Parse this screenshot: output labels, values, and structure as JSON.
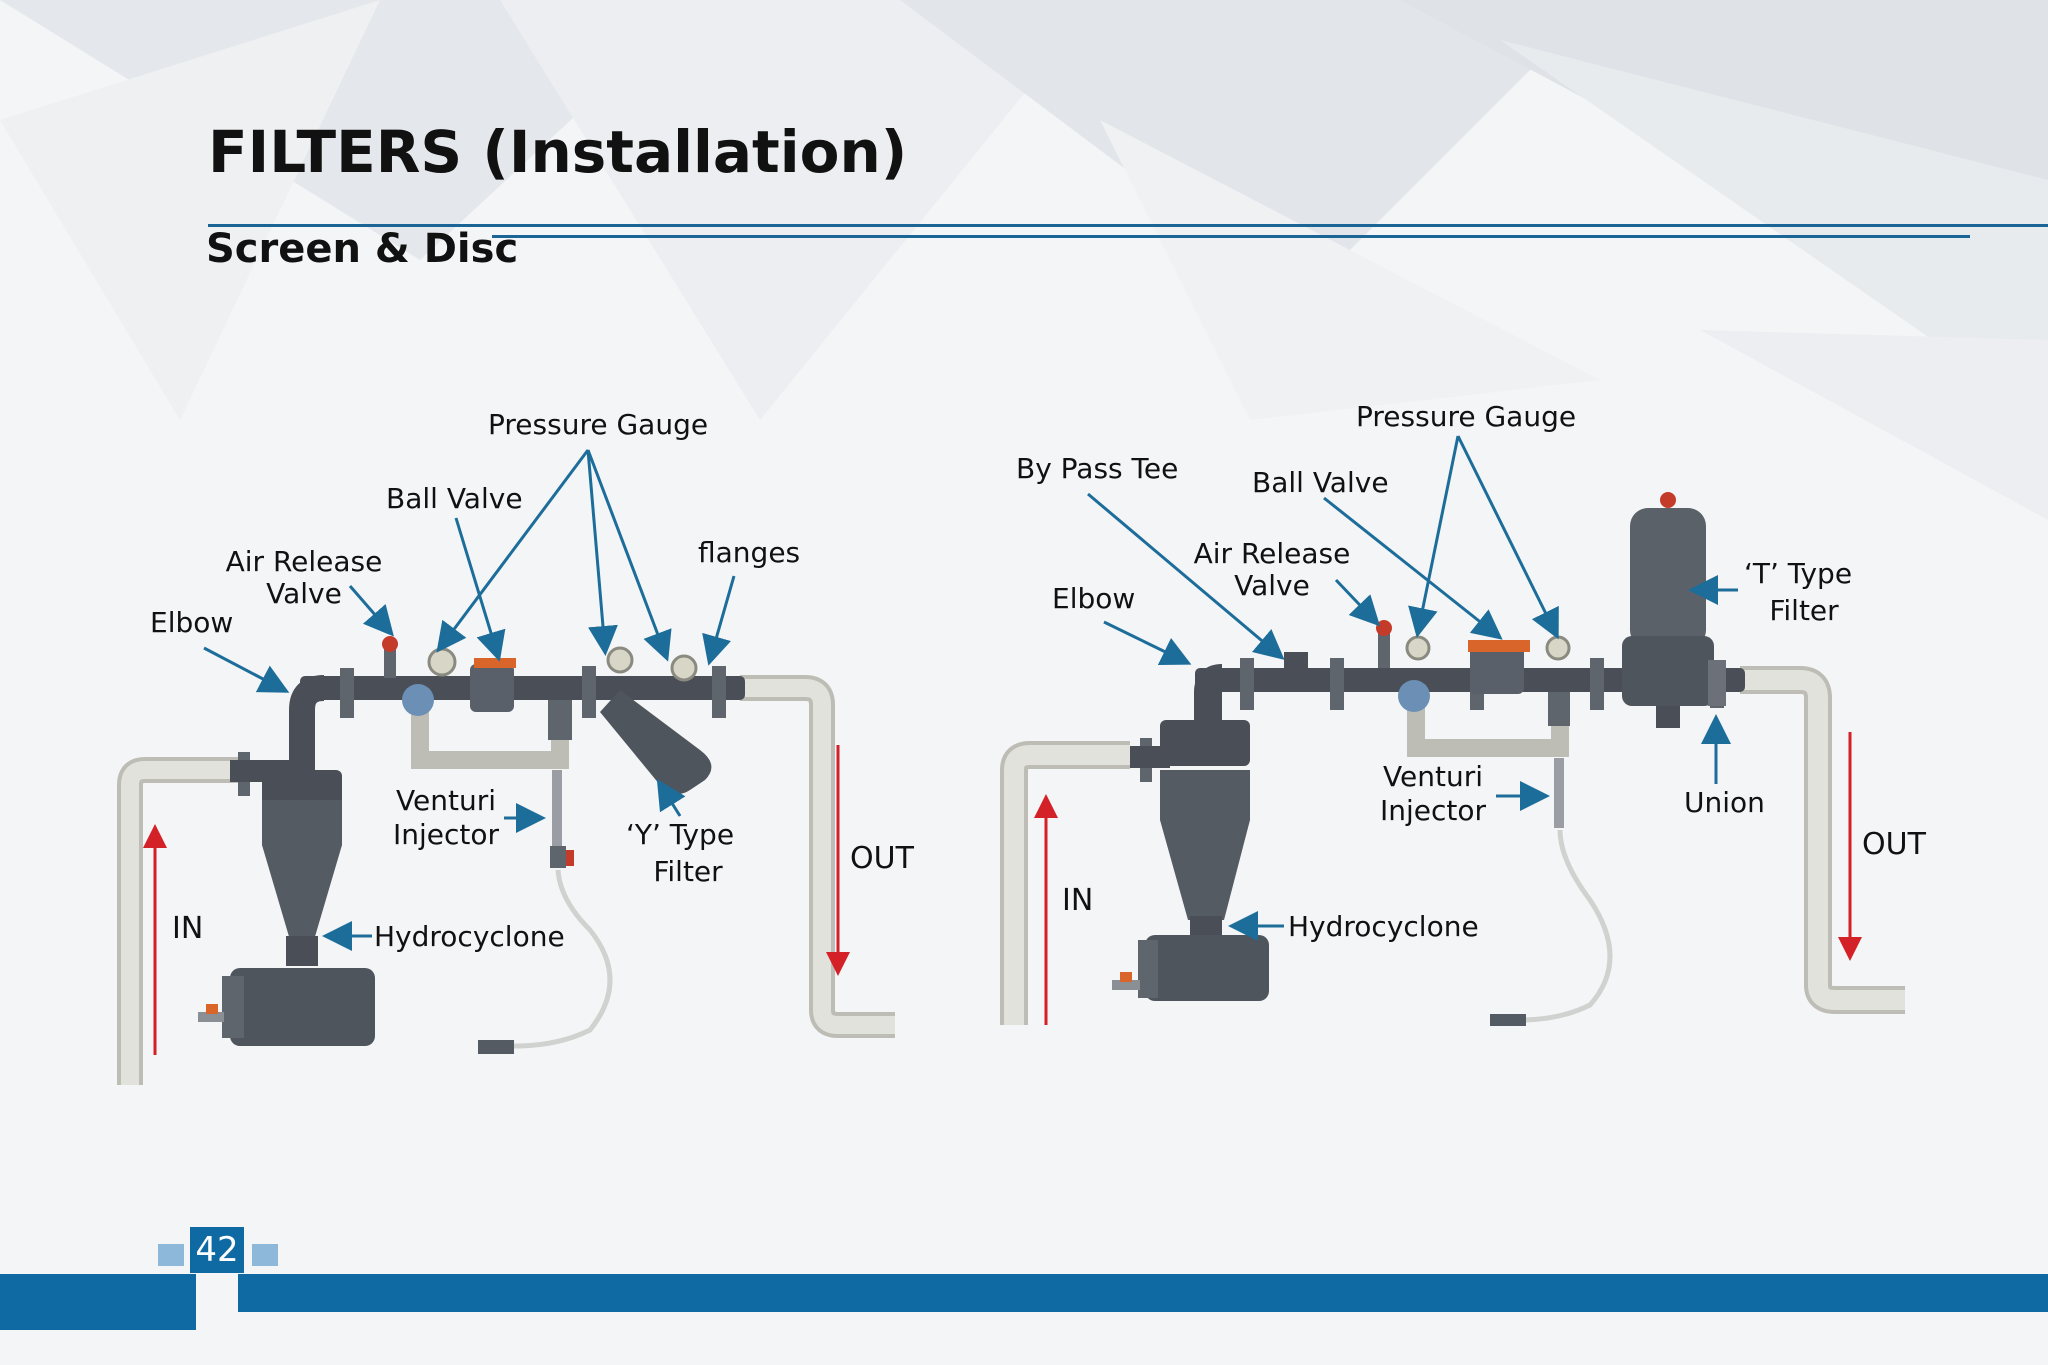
{
  "header": {
    "title": "FILTERS (Installation)",
    "subtitle": "Screen & Disc"
  },
  "left_diagram": {
    "labels": {
      "pressure_gauge": "Pressure Gauge",
      "ball_valve": "Ball Valve",
      "air_release_valve_1": "Air Release",
      "air_release_valve_2": "Valve",
      "flanges": "flanges",
      "elbow": "Elbow",
      "venturi_1": "Venturi",
      "venturi_2": "Injector",
      "y_filter_1": "‘Y’ Type",
      "y_filter_2": "Filter",
      "out": "OUT",
      "in": "IN",
      "hydrocyclone": "Hydrocyclone"
    }
  },
  "right_diagram": {
    "labels": {
      "pressure_gauge": "Pressure Gauge",
      "bypass_tee": "By Pass Tee",
      "ball_valve": "Ball Valve",
      "air_release_valve_1": "Air Release",
      "air_release_valve_2": "Valve",
      "elbow": "Elbow",
      "t_filter_1": "‘T’ Type",
      "t_filter_2": "Filter",
      "venturi_1": "Venturi",
      "venturi_2": "Injector",
      "union": "Union",
      "out": "OUT",
      "in": "IN",
      "hydrocyclone": "Hydrocyclone"
    }
  },
  "footer": {
    "page_number": "42"
  },
  "colors": {
    "accent_blue": "#0f6aa3",
    "arrow_blue": "#1d6d9a",
    "flow_red": "#d42027",
    "pipe_dark": "#4a4f57",
    "pipe_light": "#dcdcd6",
    "valve_orange": "#d9652a"
  }
}
